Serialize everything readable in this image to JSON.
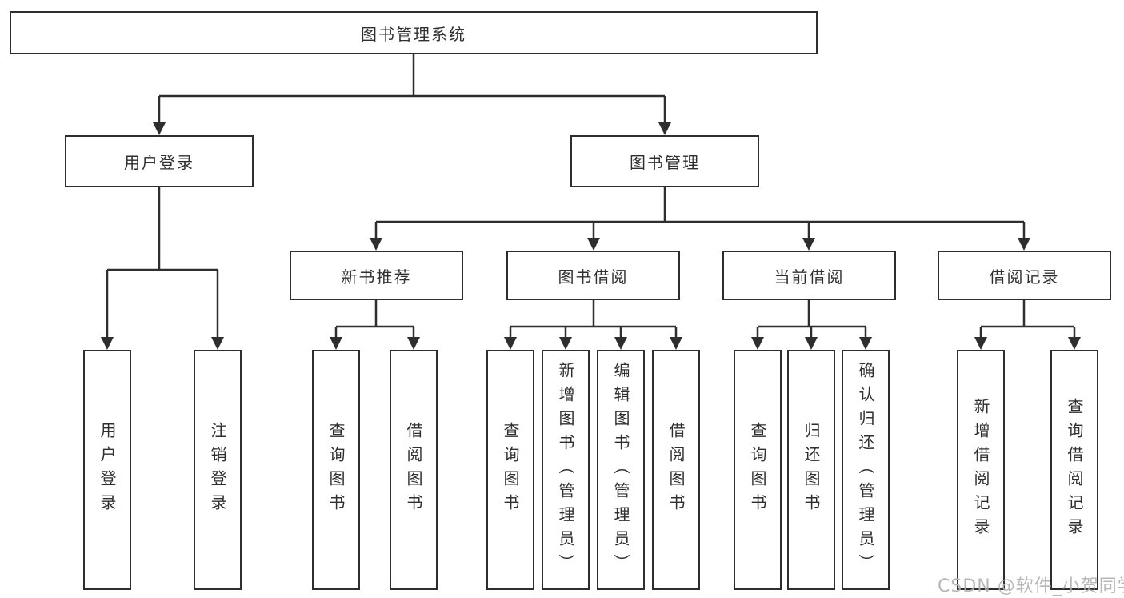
{
  "chart": {
    "root": "图书管理系统",
    "branches": [
      {
        "label": "用户登录",
        "children": [
          "用户登录",
          "注销登录"
        ]
      },
      {
        "label": "图书管理",
        "subBranches": [
          {
            "label": "新书推荐",
            "children": [
              "查询图书",
              "借阅图书"
            ]
          },
          {
            "label": "图书借阅",
            "children": [
              "查询图书",
              "新增图书（管理员）",
              "编辑图书（管理员）",
              "借阅图书"
            ]
          },
          {
            "label": "当前借阅",
            "children": [
              "查询图书",
              "归还图书",
              "确认归还（管理员）"
            ]
          },
          {
            "label": "借阅记录",
            "children": [
              "新增借阅记录",
              "查询借阅记录"
            ]
          }
        ]
      }
    ]
  },
  "watermark": {
    "text": "CSDN @软件_小贺同学"
  },
  "colors": {
    "line": "#2e2e2e",
    "text": "#2f2f2f",
    "background": "#ffffff",
    "watermark": "#b0b0b0"
  }
}
